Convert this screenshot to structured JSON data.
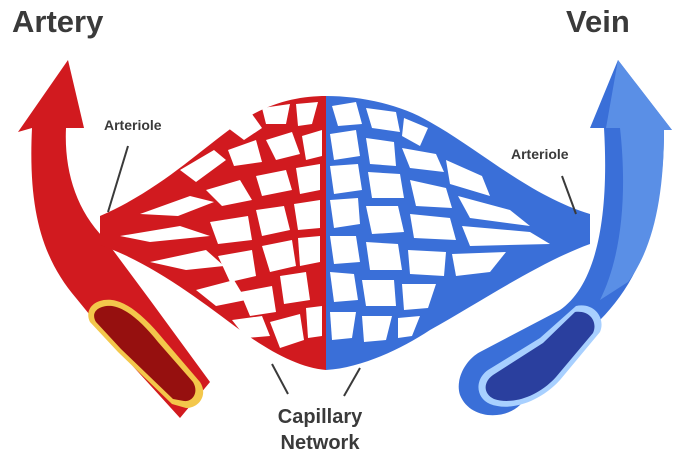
{
  "labels": {
    "artery": "Artery",
    "vein": "Vein",
    "arteriole_left": "Arteriole",
    "arteriole_right": "Arteriole",
    "capillary_line1": "Capillary",
    "capillary_line2": "Network"
  },
  "colors": {
    "artery": "#d11a1f",
    "artery_lumen": "#96100f",
    "artery_rim": "#f3c74b",
    "vein": "#3a6fd8",
    "vein_light": "#5a8fe6",
    "vein_lumen": "#2a3f9e",
    "vein_rim": "#a8d0ff",
    "text": "#3a3a3a"
  }
}
